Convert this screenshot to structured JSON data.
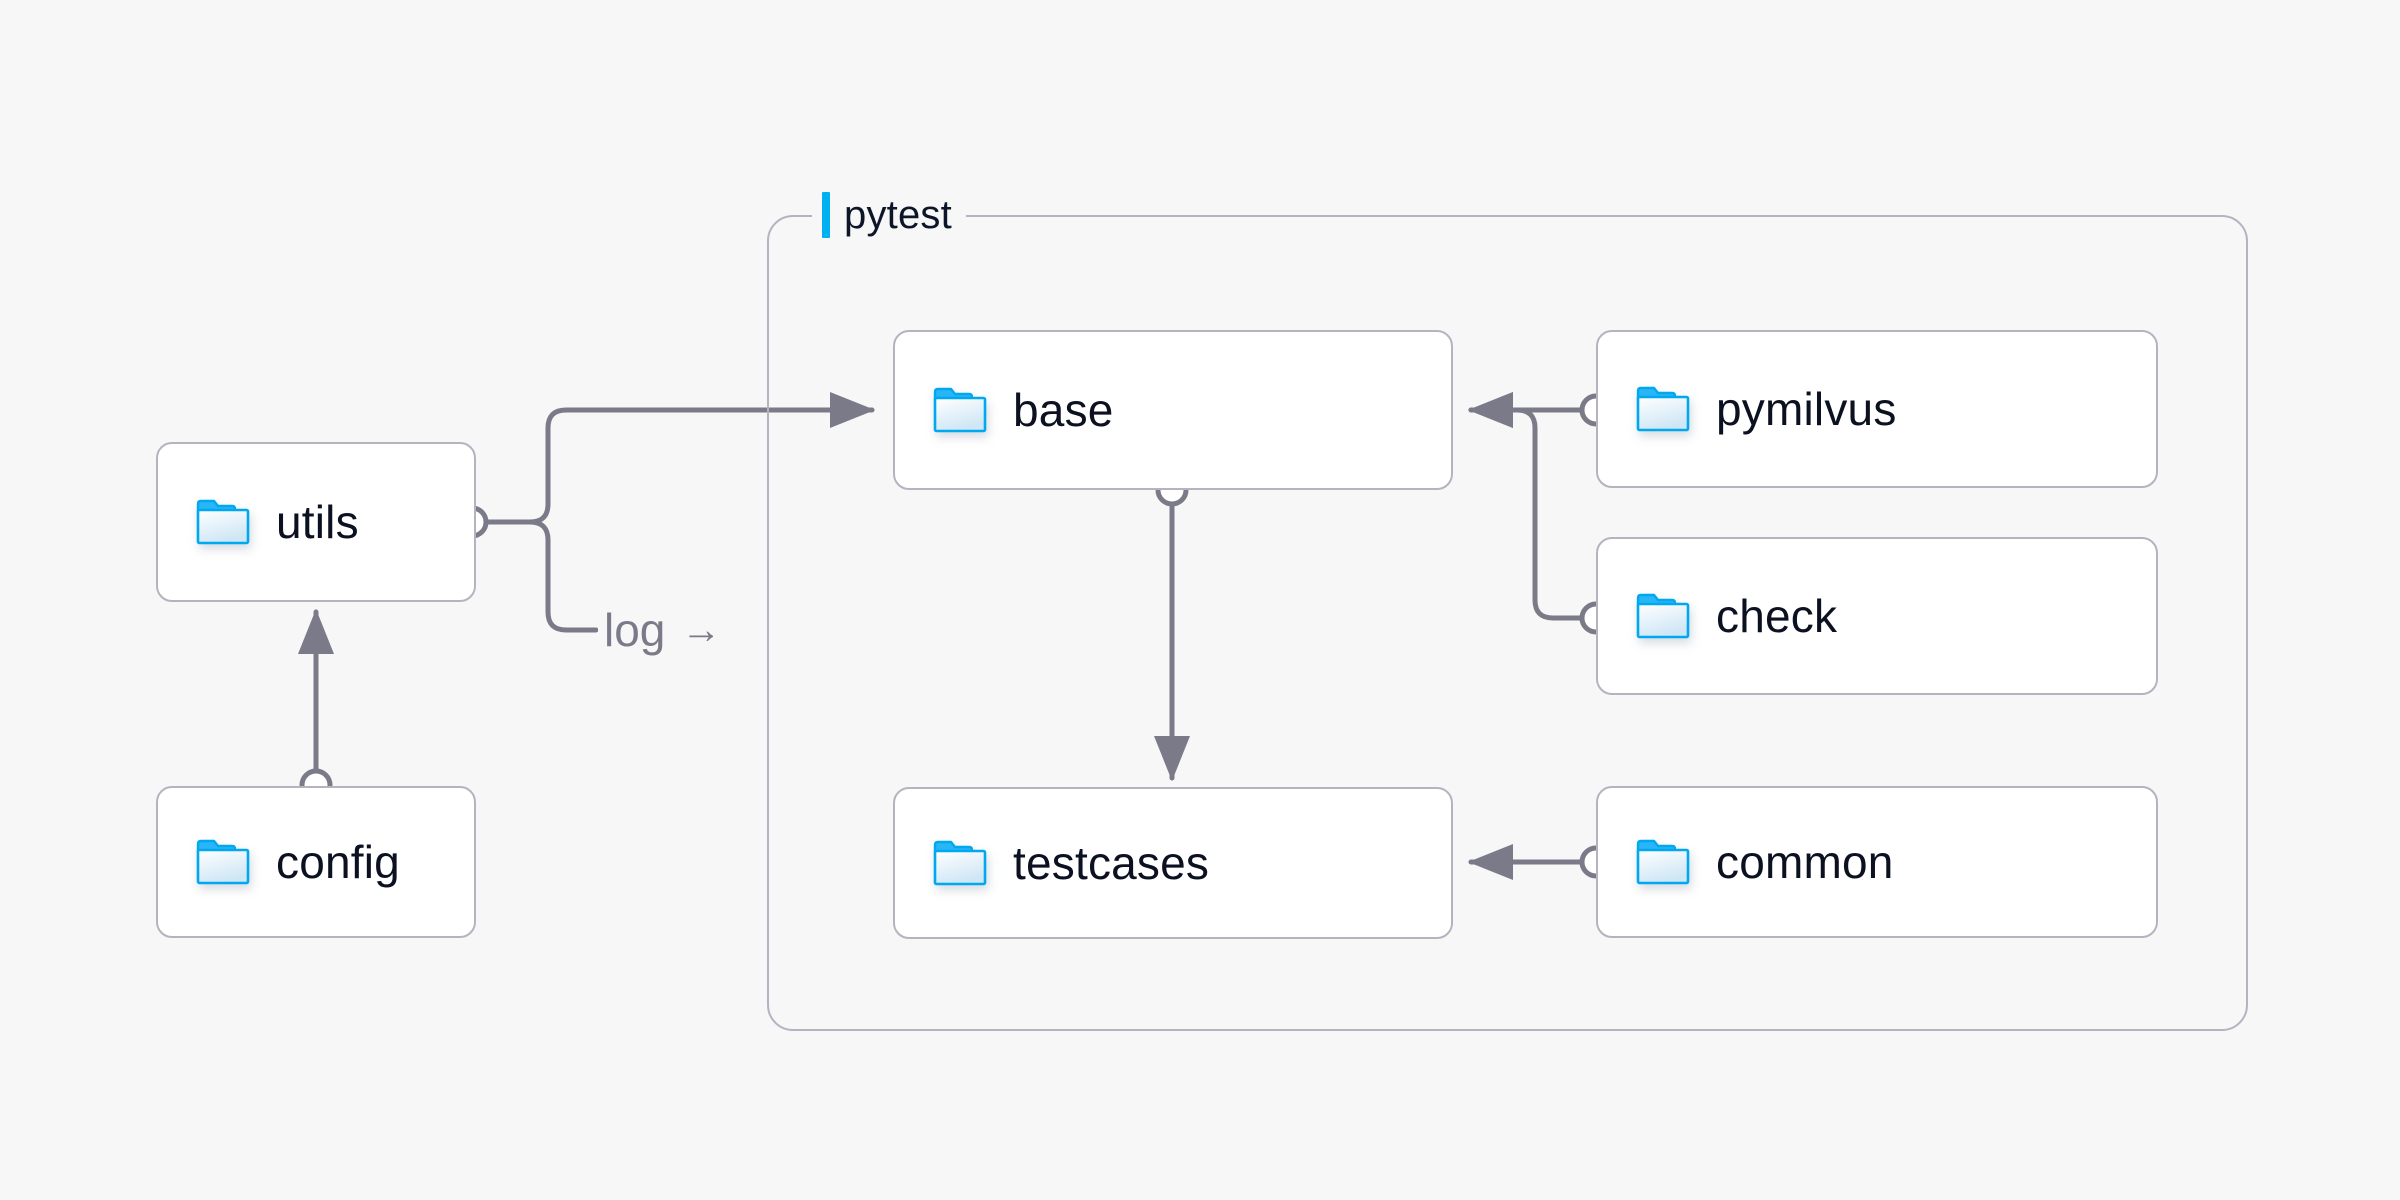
{
  "diagram": {
    "background_color": "#f7f7f8",
    "node_border_color": "#b5b3c0",
    "node_fill_color": "#ffffff",
    "edge_color": "#7b7a88",
    "accent_color": "#00b0f0",
    "label_color": "#0b1120"
  },
  "group": {
    "label": "pytest",
    "accent_color": "#00b0f0"
  },
  "nodes": [
    {
      "id": "utils",
      "label": "utils",
      "icon": "folder-icon"
    },
    {
      "id": "config",
      "label": "config",
      "icon": "folder-icon"
    },
    {
      "id": "base",
      "label": "base",
      "icon": "folder-icon"
    },
    {
      "id": "testcases",
      "label": "testcases",
      "icon": "folder-icon"
    },
    {
      "id": "pymilvus",
      "label": "pymilvus",
      "icon": "folder-icon"
    },
    {
      "id": "check",
      "label": "check",
      "icon": "folder-icon"
    },
    {
      "id": "common",
      "label": "common",
      "icon": "folder-icon"
    }
  ],
  "edges": [
    {
      "id": "utils-base",
      "from": "utils",
      "to": "base",
      "label": ""
    },
    {
      "id": "utils-log",
      "from": "utils",
      "to": "pytest",
      "label": "log",
      "arrow_glyph": "→"
    },
    {
      "id": "config-utils",
      "from": "config",
      "to": "utils",
      "label": ""
    },
    {
      "id": "base-testcases",
      "from": "base",
      "to": "testcases",
      "label": ""
    },
    {
      "id": "pymilvus-base",
      "from": "pymilvus",
      "to": "base",
      "label": ""
    },
    {
      "id": "check-base",
      "from": "check",
      "to": "base",
      "label": ""
    },
    {
      "id": "common-testcases",
      "from": "common",
      "to": "testcases",
      "label": ""
    }
  ]
}
